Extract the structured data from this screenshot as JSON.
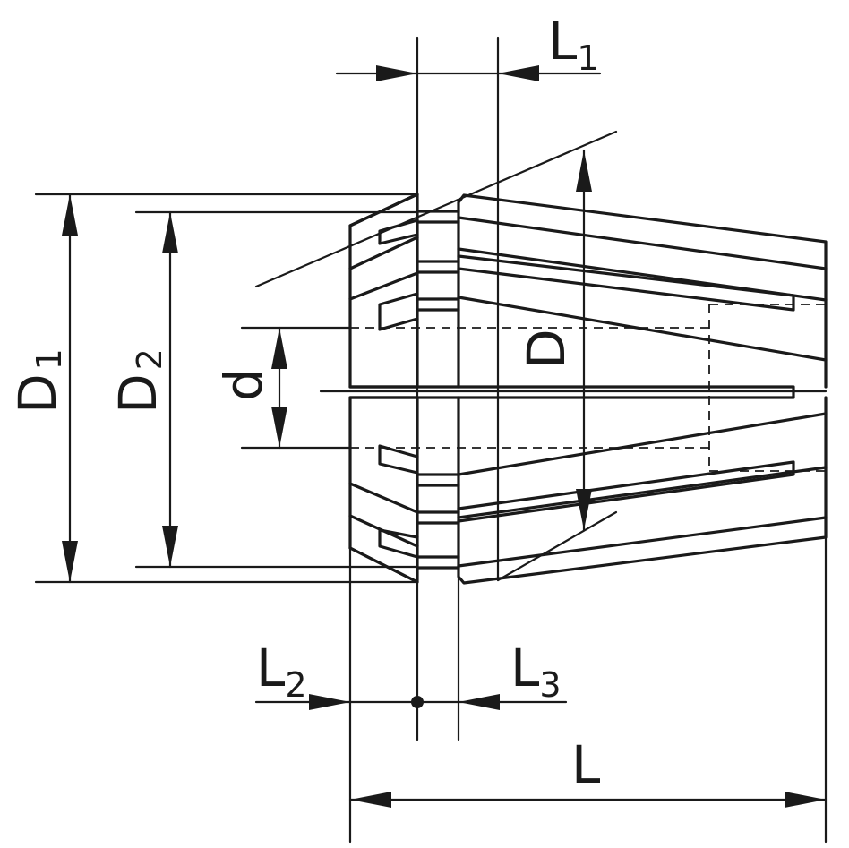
{
  "labels": {
    "L1": {
      "main": "L",
      "sub": "1"
    },
    "L2": {
      "main": "L",
      "sub": "2"
    },
    "L3": {
      "main": "L",
      "sub": "3"
    },
    "L": {
      "main": "L"
    },
    "D1": {
      "main": "D",
      "sub": "1"
    },
    "D2": {
      "main": "D",
      "sub": "2"
    },
    "d": {
      "main": "d"
    },
    "D": {
      "main": "D"
    }
  },
  "colors": {
    "ink": "#1a1a1a",
    "background": "#ffffff"
  }
}
